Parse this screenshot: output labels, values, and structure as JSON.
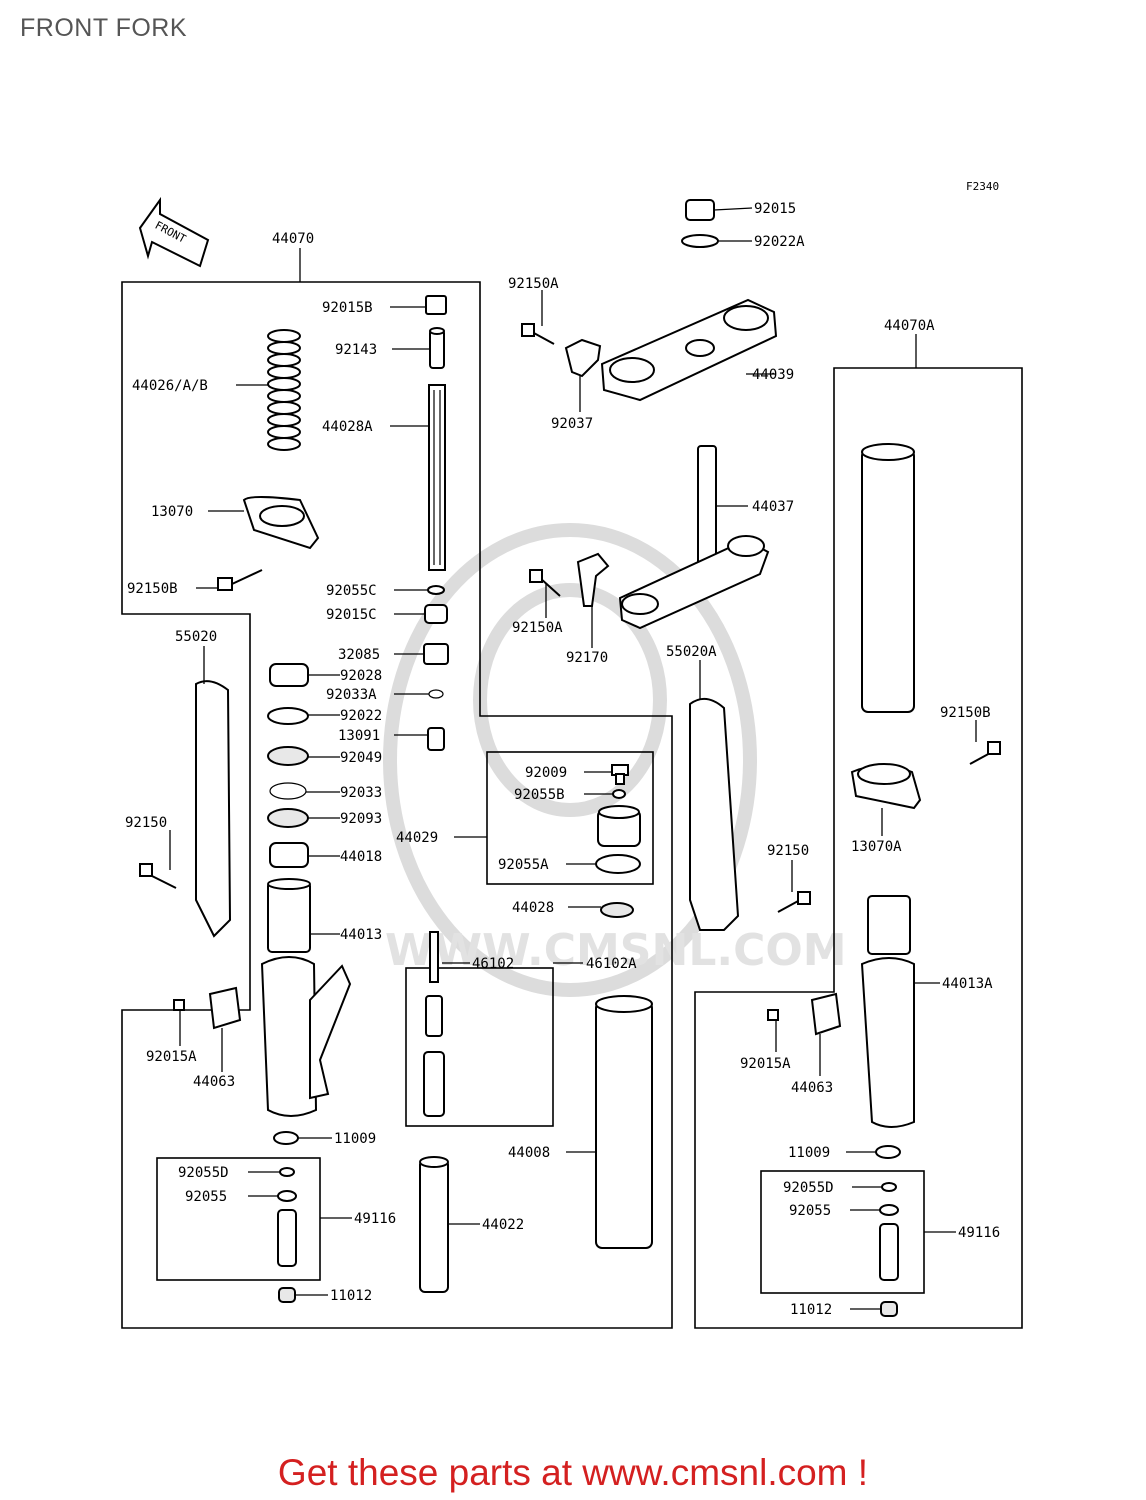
{
  "title": "FRONT FORK",
  "diagram_code": "F2340",
  "front_arrow_label": "FRONT",
  "watermark_text": "WWW.CMSNL.COM",
  "footer": "Get these parts at www.cmsnl.com !",
  "colors": {
    "footer": "#d42020",
    "title": "#555555",
    "watermark": "#dcdcdc"
  },
  "parts": {
    "p44070": "44070",
    "p92015B": "92015B",
    "p92143": "92143",
    "p44026": "44026/A/B",
    "p44028A": "44028A",
    "p13070": "13070",
    "p92150B_l": "92150B",
    "p92055C": "92055C",
    "p92015C": "92015C",
    "p55020": "55020",
    "p32085": "32085",
    "p92028": "92028",
    "p92033A": "92033A",
    "p92022": "92022",
    "p13091": "13091",
    "p92049": "92049",
    "p92033": "92033",
    "p92093": "92093",
    "p44018": "44018",
    "p92150_l": "92150",
    "p44013": "44013",
    "p92015A_l": "92015A",
    "p44063_l": "44063",
    "p11009_l": "11009",
    "p92055D_l": "92055D",
    "p92055_l": "92055",
    "p49116_l": "49116",
    "p11012_l": "11012",
    "p92015": "92015",
    "p92022A": "92022A",
    "p92150A_t": "92150A",
    "p44039": "44039",
    "p92037": "92037",
    "p44070A": "44070A",
    "p44037": "44037",
    "p92150A_m": "92150A",
    "p92170": "92170",
    "p55020A": "55020A",
    "p92009": "92009",
    "p92055B": "92055B",
    "p44029": "44029",
    "p92055A": "92055A",
    "p44028": "44028",
    "p46102": "46102",
    "p46102A": "46102A",
    "p44008": "44008",
    "p44022": "44022",
    "p92150B_r": "92150B",
    "p13070A": "13070A",
    "p92150_r": "92150",
    "p44013A": "44013A",
    "p92015A_r": "92015A",
    "p44063_r": "44063",
    "p11009_r": "11009",
    "p92055D_r": "92055D",
    "p92055_r": "92055",
    "p49116_r": "49116",
    "p11012_r": "11012"
  }
}
